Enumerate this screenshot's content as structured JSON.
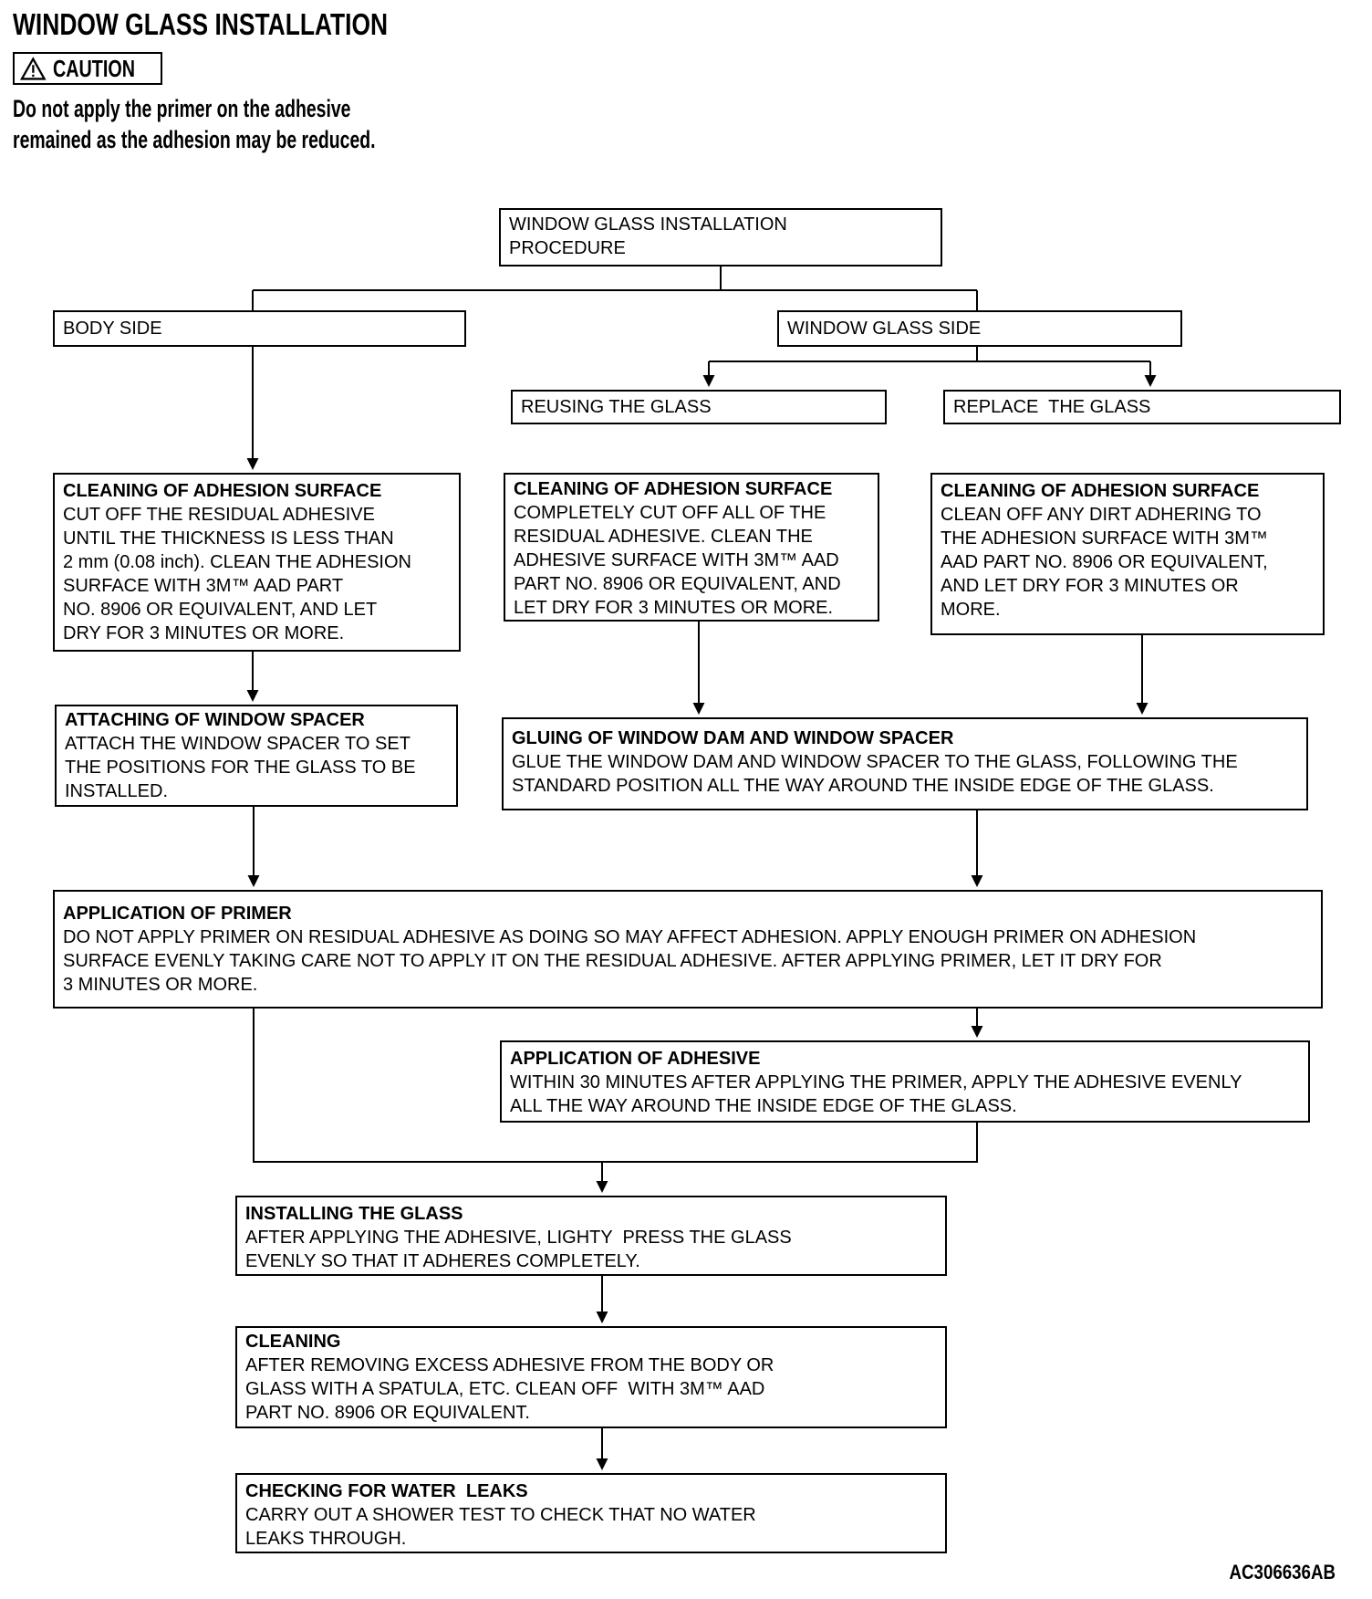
{
  "page": {
    "title": "WINDOW GLASS INSTALLATION",
    "figure_code": "AC306636AB"
  },
  "colors": {
    "ink": "#000000",
    "paper": "#ffffff"
  },
  "caution": {
    "label": "CAUTION",
    "lines": [
      "Do not apply the primer on the adhesive",
      "remained as the adhesion may be reduced."
    ]
  },
  "flowchart": {
    "procedure": {
      "label": [
        "WINDOW GLASS INSTALLATION",
        "PROCEDURE"
      ]
    },
    "body_side": {
      "label": "BODY SIDE"
    },
    "window_glass_side": {
      "label": "WINDOW GLASS SIDE"
    },
    "reusing_glass": {
      "label": "REUSING THE GLASS"
    },
    "replace_glass": {
      "label": "REPLACE  THE GLASS"
    },
    "cleaning_body": {
      "title": "CLEANING OF ADHESION SURFACE",
      "body": [
        "CUT OFF THE RESIDUAL ADHESIVE",
        "UNTIL THE THICKNESS IS LESS THAN",
        "2 mm (0.08 inch). CLEAN THE ADHESION",
        "SURFACE WITH 3M™ AAD PART",
        "NO. 8906 OR EQUIVALENT, AND LET",
        "DRY FOR 3 MINUTES OR MORE."
      ]
    },
    "cleaning_reuse": {
      "title": "CLEANING OF ADHESION SURFACE",
      "body": [
        "COMPLETELY CUT OFF ALL OF THE",
        "RESIDUAL ADHESIVE. CLEAN THE",
        "ADHESIVE SURFACE WITH 3M™ AAD",
        "PART NO. 8906 OR EQUIVALENT, AND",
        "LET DRY FOR 3 MINUTES OR MORE."
      ]
    },
    "cleaning_replace": {
      "title": "CLEANING OF ADHESION SURFACE",
      "body": [
        "CLEAN OFF ANY DIRT ADHERING TO",
        "THE ADHESION SURFACE WITH 3M™",
        "AAD PART NO. 8906 OR EQUIVALENT,",
        "AND LET DRY FOR 3 MINUTES OR",
        "MORE."
      ]
    },
    "attaching_spacer": {
      "title": "ATTACHING OF WINDOW SPACER",
      "body": [
        "ATTACH THE WINDOW SPACER TO SET",
        "THE POSITIONS FOR THE GLASS TO BE",
        "INSTALLED."
      ]
    },
    "gluing_dam_spacer": {
      "title": "GLUING OF WINDOW DAM AND WINDOW SPACER",
      "body": [
        "GLUE THE WINDOW DAM AND WINDOW SPACER TO THE GLASS, FOLLOWING THE",
        "STANDARD POSITION ALL THE WAY AROUND THE INSIDE EDGE OF THE GLASS."
      ]
    },
    "application_primer": {
      "title": "APPLICATION OF PRIMER",
      "body": [
        "DO NOT APPLY PRIMER ON RESIDUAL ADHESIVE AS DOING SO MAY AFFECT ADHESION. APPLY ENOUGH PRIMER ON ADHESION",
        "SURFACE EVENLY TAKING CARE NOT TO APPLY IT ON THE RESIDUAL ADHESIVE. AFTER APPLYING PRIMER, LET IT DRY FOR",
        "3 MINUTES OR MORE."
      ]
    },
    "application_adhesive": {
      "title": "APPLICATION OF ADHESIVE",
      "body": [
        "WITHIN 30 MINUTES AFTER APPLYING THE PRIMER, APPLY THE ADHESIVE EVENLY",
        "ALL THE WAY AROUND THE INSIDE EDGE OF THE GLASS."
      ]
    },
    "installing_glass": {
      "title": "INSTALLING THE GLASS",
      "body": [
        "AFTER APPLYING THE ADHESIVE, LIGHTY  PRESS THE GLASS",
        "EVENLY SO THAT IT ADHERES COMPLETELY."
      ]
    },
    "cleaning": {
      "title": "CLEANING",
      "body": [
        "AFTER REMOVING EXCESS ADHESIVE FROM THE BODY OR",
        "GLASS WITH A SPATULA, ETC. CLEAN OFF  WITH 3M™ AAD",
        "PART NO. 8906 OR EQUIVALENT."
      ]
    },
    "checking_water_leaks": {
      "title": "CHECKING FOR WATER  LEAKS",
      "body": [
        "CARRY OUT A SHOWER TEST TO CHECK THAT NO WATER",
        "LEAKS THROUGH."
      ]
    }
  }
}
